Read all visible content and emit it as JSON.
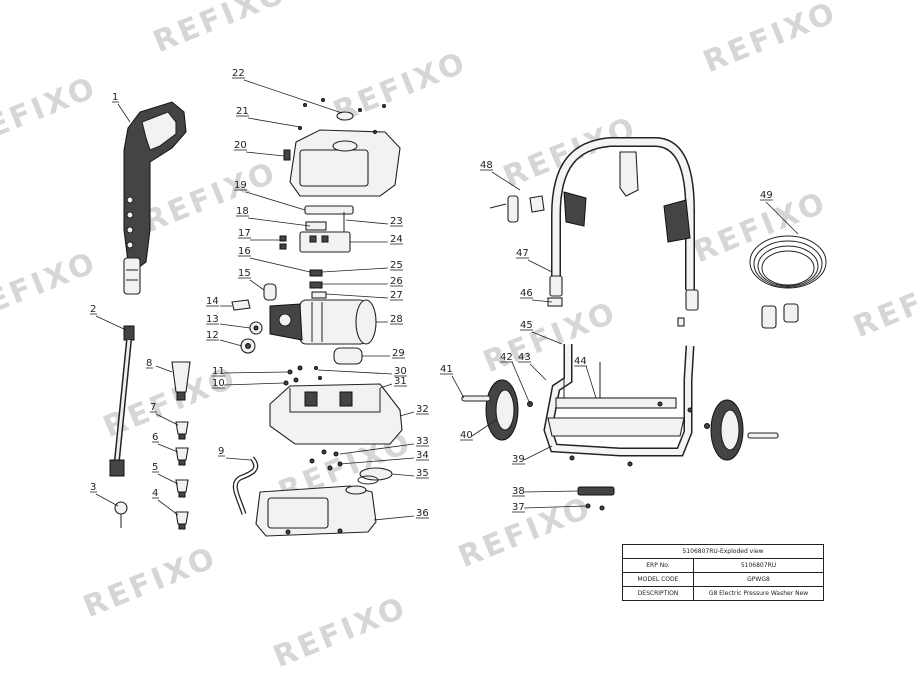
{
  "watermark": "REFIXO",
  "callouts": [
    "1",
    "2",
    "3",
    "4",
    "5",
    "6",
    "7",
    "8",
    "9",
    "10",
    "11",
    "12",
    "13",
    "14",
    "15",
    "16",
    "17",
    "18",
    "19",
    "20",
    "21",
    "22",
    "23",
    "24",
    "25",
    "26",
    "27",
    "28",
    "29",
    "30",
    "31",
    "32",
    "33",
    "34",
    "35",
    "36",
    "37",
    "38",
    "39",
    "40",
    "41",
    "42",
    "43",
    "44",
    "45",
    "46",
    "47",
    "48",
    "49"
  ],
  "title_block": {
    "heading": "5106807RU-Exploded view",
    "rows": [
      {
        "key": "ERP No.",
        "value": "5106807RU"
      },
      {
        "key": "MODEL CODE",
        "value": "GPWG8"
      },
      {
        "key": "DESCRIPTION",
        "value": "G8 Electric Pressure Washer New"
      }
    ]
  }
}
